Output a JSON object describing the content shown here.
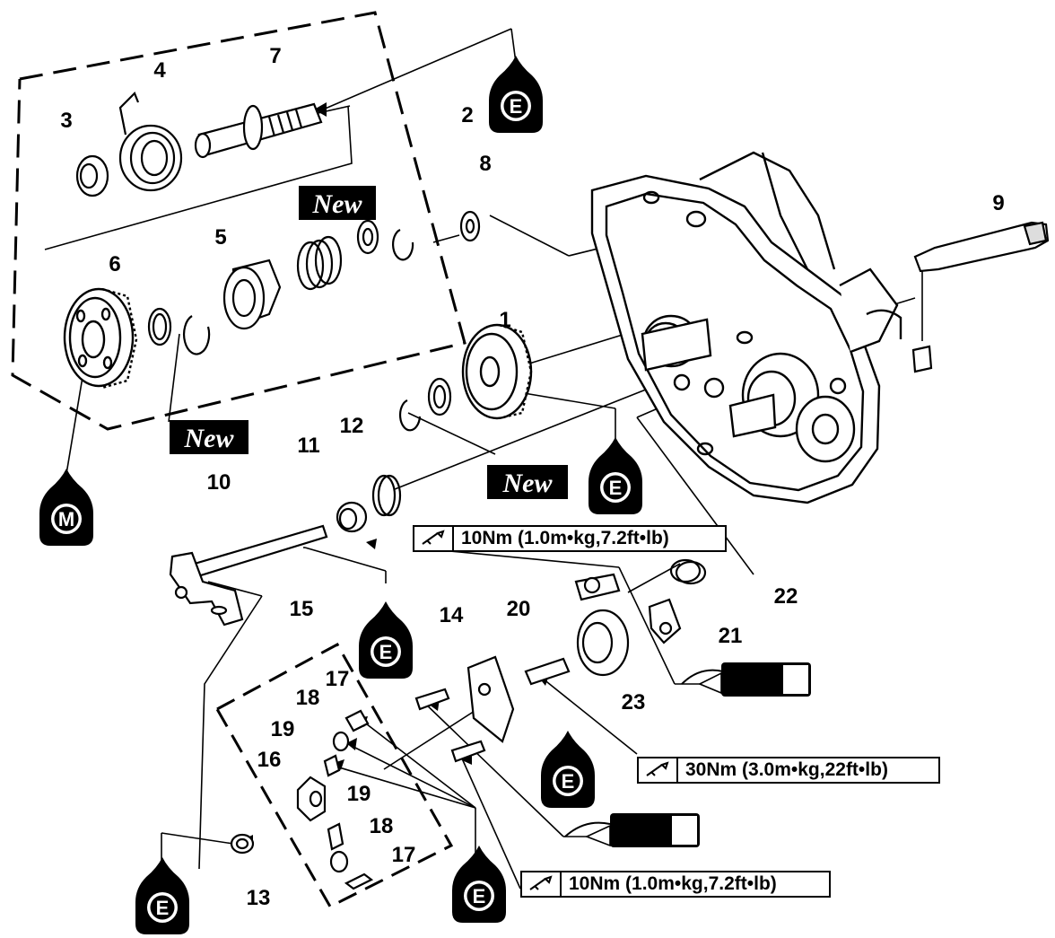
{
  "part_numbers": {
    "n1": "1",
    "n2": "2",
    "n3": "3",
    "n4": "4",
    "n5": "5",
    "n6": "6",
    "n7": "7",
    "n8": "8",
    "n9": "9",
    "n10": "10",
    "n11": "11",
    "n12": "12",
    "n13": "13",
    "n14": "14",
    "n15": "15",
    "n16": "16",
    "n17a": "17",
    "n17b": "17",
    "n18a": "18",
    "n18b": "18",
    "n19a": "19",
    "n19b": "19",
    "n20": "20",
    "n21": "21",
    "n22": "22",
    "n23": "23"
  },
  "new_labels": {
    "a": "New",
    "b": "New",
    "c": "New"
  },
  "lubricant_labels": {
    "e1": "E",
    "e2": "E",
    "e3": "E",
    "e4": "E",
    "e5": "E",
    "e6": "E",
    "m1": "M"
  },
  "torque_specs": {
    "t1": "10Nm (1.0m•kg,7.2ft•lb)",
    "t2": "30Nm (3.0m•kg,22ft•lb)",
    "t3": "10Nm (1.0m•kg,7.2ft•lb)"
  }
}
